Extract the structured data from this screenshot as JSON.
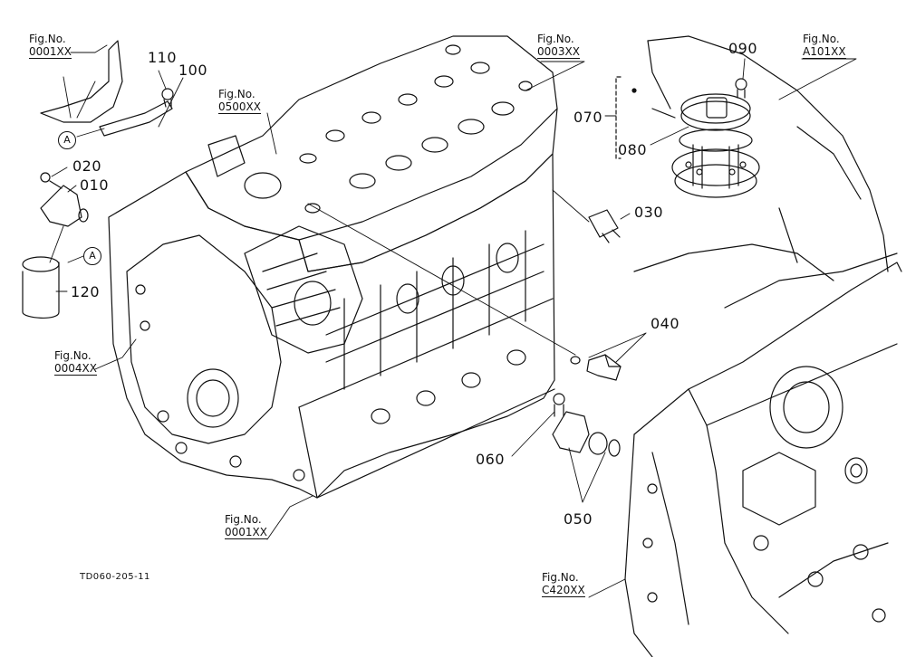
{
  "figure_refs": [
    {
      "id": "fig-0001-top",
      "line1": "Fig.No.",
      "line2": "0001XX"
    },
    {
      "id": "fig-0500",
      "line1": "Fig.No.",
      "line2": "0500XX"
    },
    {
      "id": "fig-0003",
      "line1": "Fig.No.",
      "line2": "0003XX"
    },
    {
      "id": "fig-a101",
      "line1": "Fig.No.",
      "line2": "A101XX"
    },
    {
      "id": "fig-0004",
      "line1": "Fig.No.",
      "line2": "0004XX"
    },
    {
      "id": "fig-0001-bottom",
      "line1": "Fig.No.",
      "line2": "0001XX"
    },
    {
      "id": "fig-c420",
      "line1": "Fig.No.",
      "line2": "C420XX"
    }
  ],
  "part_numbers": {
    "p010": "010",
    "p020": "020",
    "p030": "030",
    "p040": "040",
    "p050": "050",
    "p060": "060",
    "p070": "070",
    "p080": "080",
    "p090": "090",
    "p100": "100",
    "p110": "110",
    "p120": "120"
  },
  "callouts": {
    "a_upper": "A",
    "a_lower": "A"
  },
  "drawing_code": "TD060-205-11",
  "colors": {
    "ink": "#111111",
    "background": "#ffffff"
  }
}
